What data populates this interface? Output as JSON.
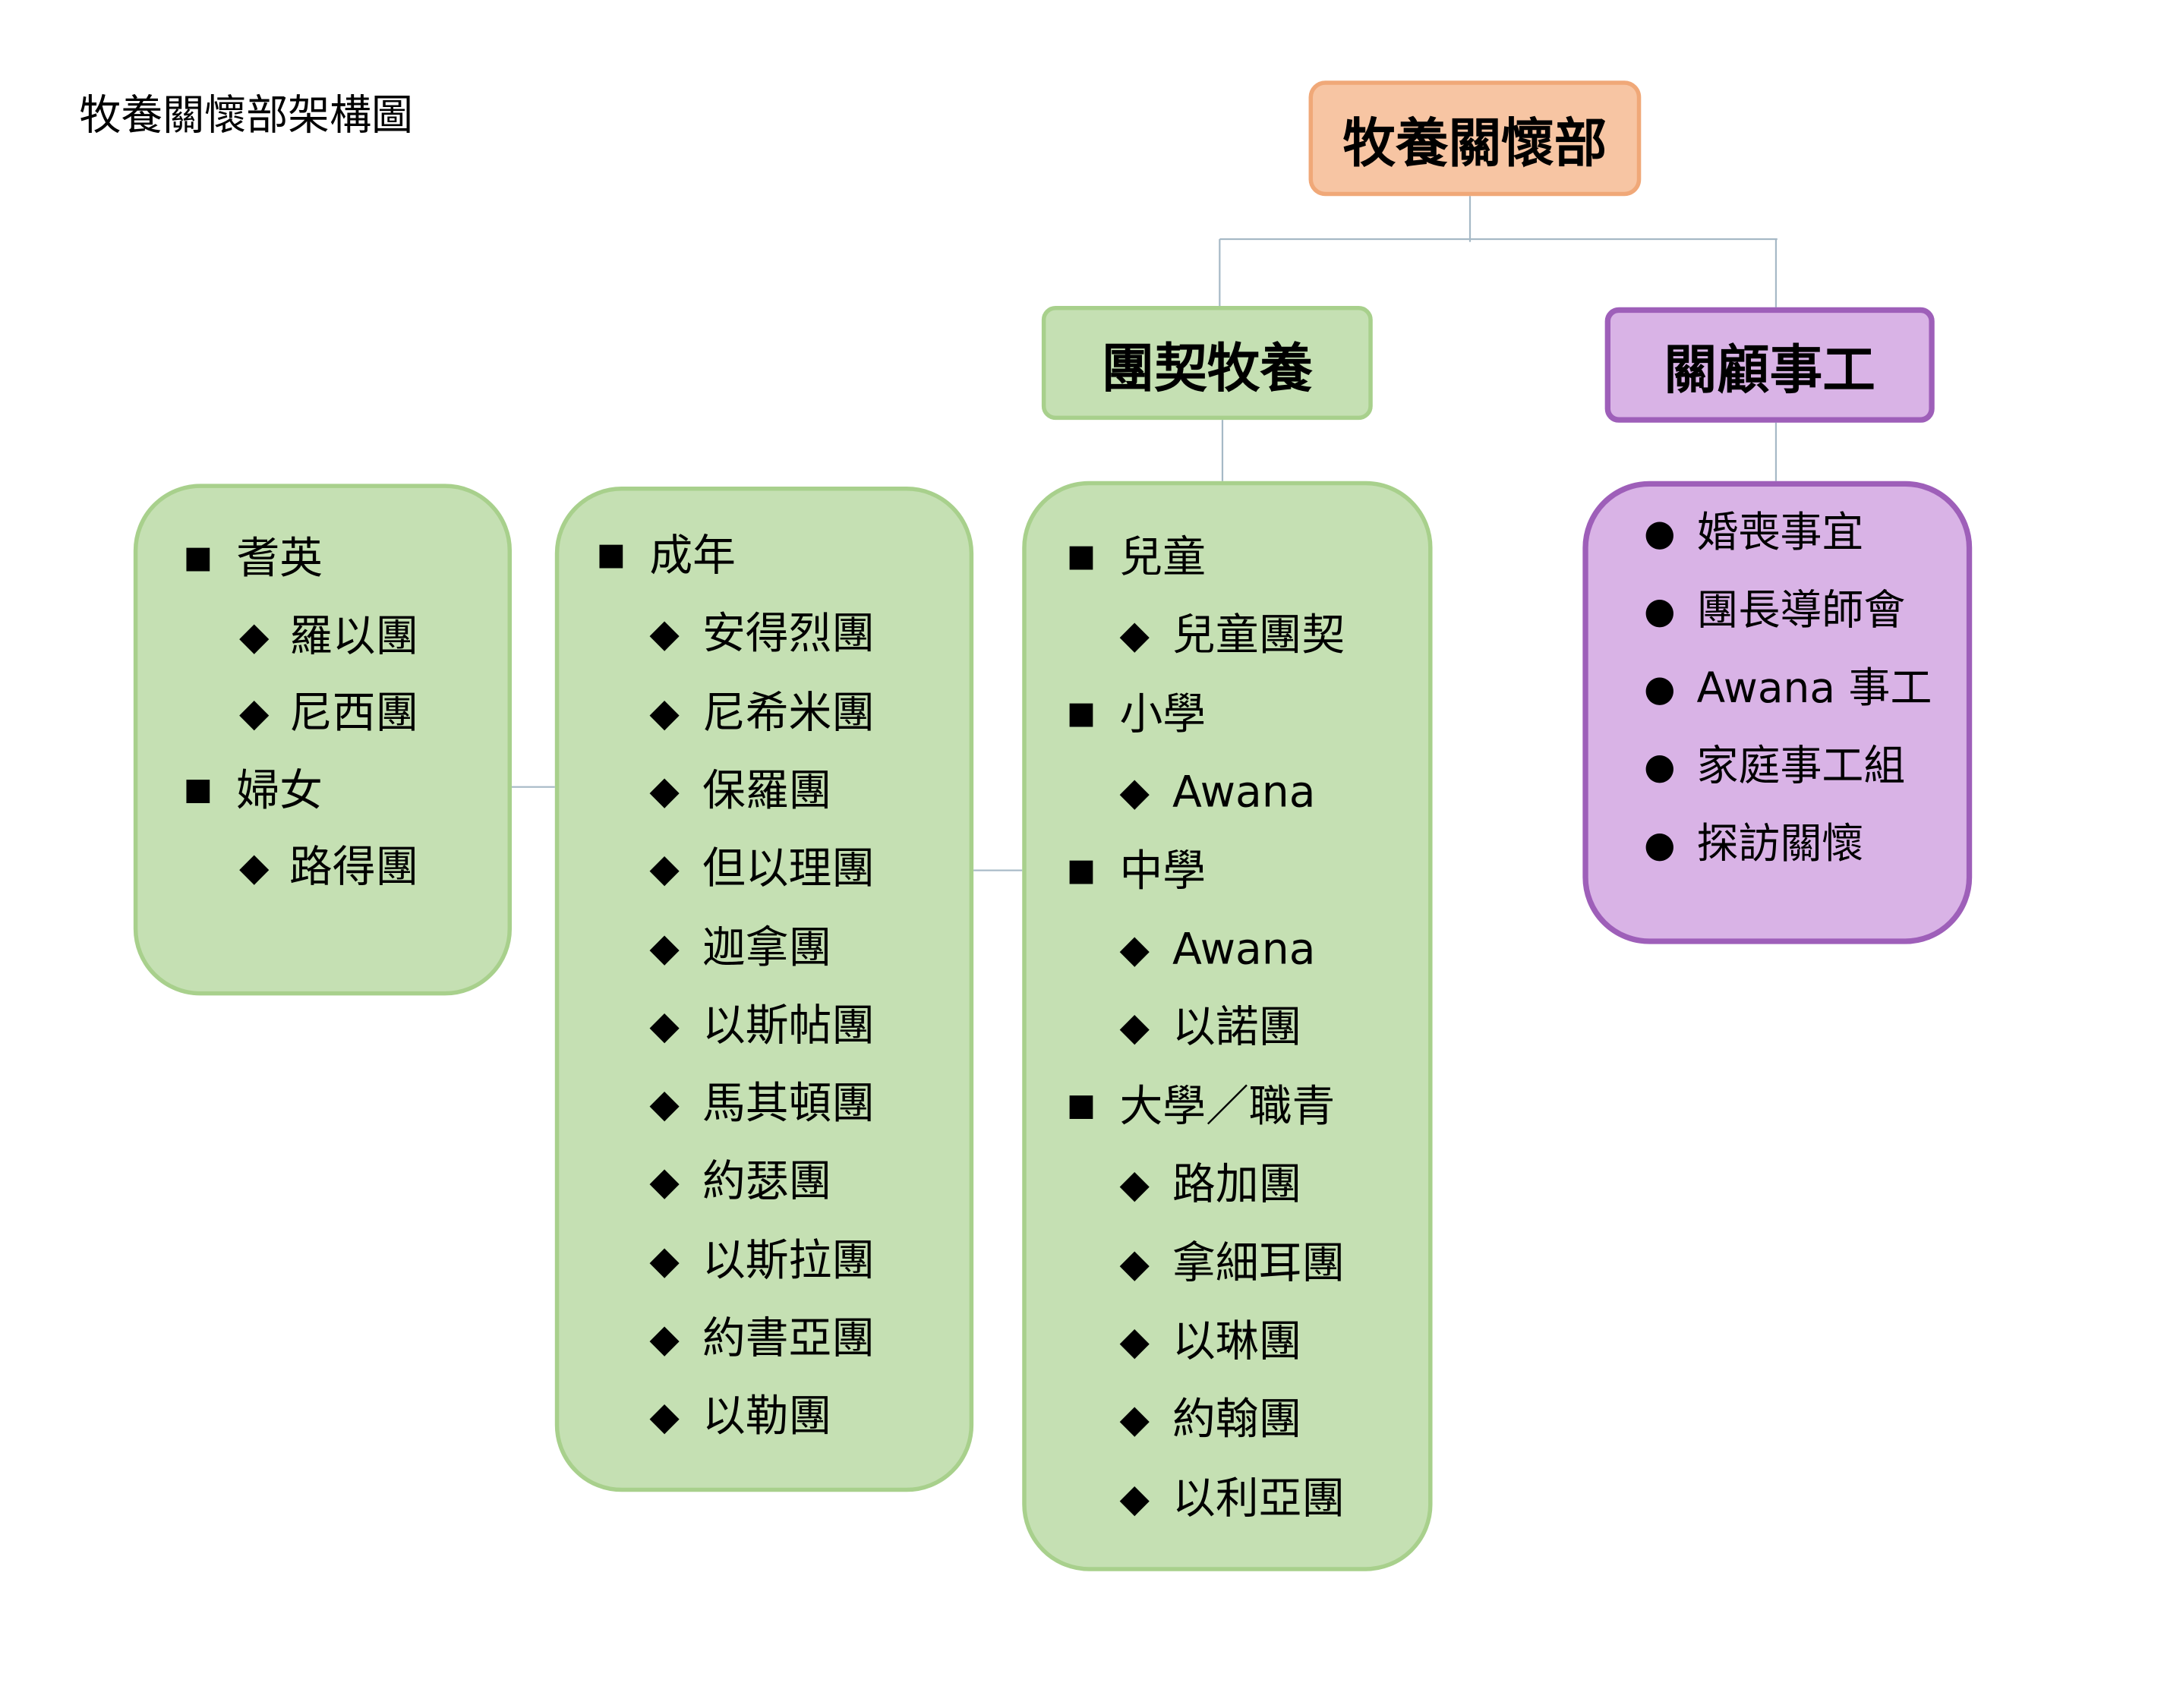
{
  "page_title": "牧養關懷部架構圖",
  "root": {
    "label": "牧養關懷部"
  },
  "branches": {
    "fellowship": {
      "label": "團契牧養"
    },
    "care": {
      "label": "關顧事工"
    }
  },
  "panels": {
    "elder": {
      "items": [
        {
          "kind": "category",
          "label": "耆英"
        },
        {
          "kind": "sub",
          "label": "羅以團"
        },
        {
          "kind": "sub",
          "label": "尼西團"
        },
        {
          "kind": "category",
          "label": "婦女"
        },
        {
          "kind": "sub",
          "label": "路得團"
        }
      ]
    },
    "adult": {
      "items": [
        {
          "kind": "category",
          "label": "成年"
        },
        {
          "kind": "sub",
          "label": "安得烈團"
        },
        {
          "kind": "sub",
          "label": "尼希米團"
        },
        {
          "kind": "sub",
          "label": "保羅團"
        },
        {
          "kind": "sub",
          "label": "但以理團"
        },
        {
          "kind": "sub",
          "label": "迦拿團"
        },
        {
          "kind": "sub",
          "label": "以斯帖團"
        },
        {
          "kind": "sub",
          "label": "馬其頓團"
        },
        {
          "kind": "sub",
          "label": "約瑟團"
        },
        {
          "kind": "sub",
          "label": "以斯拉團"
        },
        {
          "kind": "sub",
          "label": "約書亞團"
        },
        {
          "kind": "sub",
          "label": "以勒團"
        }
      ]
    },
    "youth": {
      "items": [
        {
          "kind": "category",
          "label": "兒童"
        },
        {
          "kind": "sub",
          "label": "兒童團契"
        },
        {
          "kind": "category",
          "label": "小學"
        },
        {
          "kind": "sub",
          "label": "Awana"
        },
        {
          "kind": "category",
          "label": "中學"
        },
        {
          "kind": "sub",
          "label": "Awana"
        },
        {
          "kind": "sub",
          "label": "以諾團"
        },
        {
          "kind": "category",
          "label": "大學／職青"
        },
        {
          "kind": "sub",
          "label": "路加團"
        },
        {
          "kind": "sub",
          "label": "拿細耳團"
        },
        {
          "kind": "sub",
          "label": "以琳團"
        },
        {
          "kind": "sub",
          "label": "約翰團"
        },
        {
          "kind": "sub",
          "label": "以利亞團"
        }
      ]
    },
    "care": {
      "items": [
        {
          "kind": "bullet",
          "label": "婚喪事宜"
        },
        {
          "kind": "bullet",
          "label": "團長導師會"
        },
        {
          "kind": "bullet",
          "label": "Awana 事工"
        },
        {
          "kind": "bullet",
          "label": "家庭事工組"
        },
        {
          "kind": "bullet",
          "label": "探訪關懷"
        }
      ]
    }
  },
  "markers": {
    "category": "■",
    "sub": "◆",
    "bullet": "●"
  },
  "colors": {
    "root_fill": "#f7c5a3",
    "root_border": "#f0a878",
    "green_fill": "#c5e0b3",
    "green_border": "#a8d08c",
    "purple_fill": "#d9b3e6",
    "purple_border": "#9e5fb9",
    "connector": "#a6b9c6"
  }
}
